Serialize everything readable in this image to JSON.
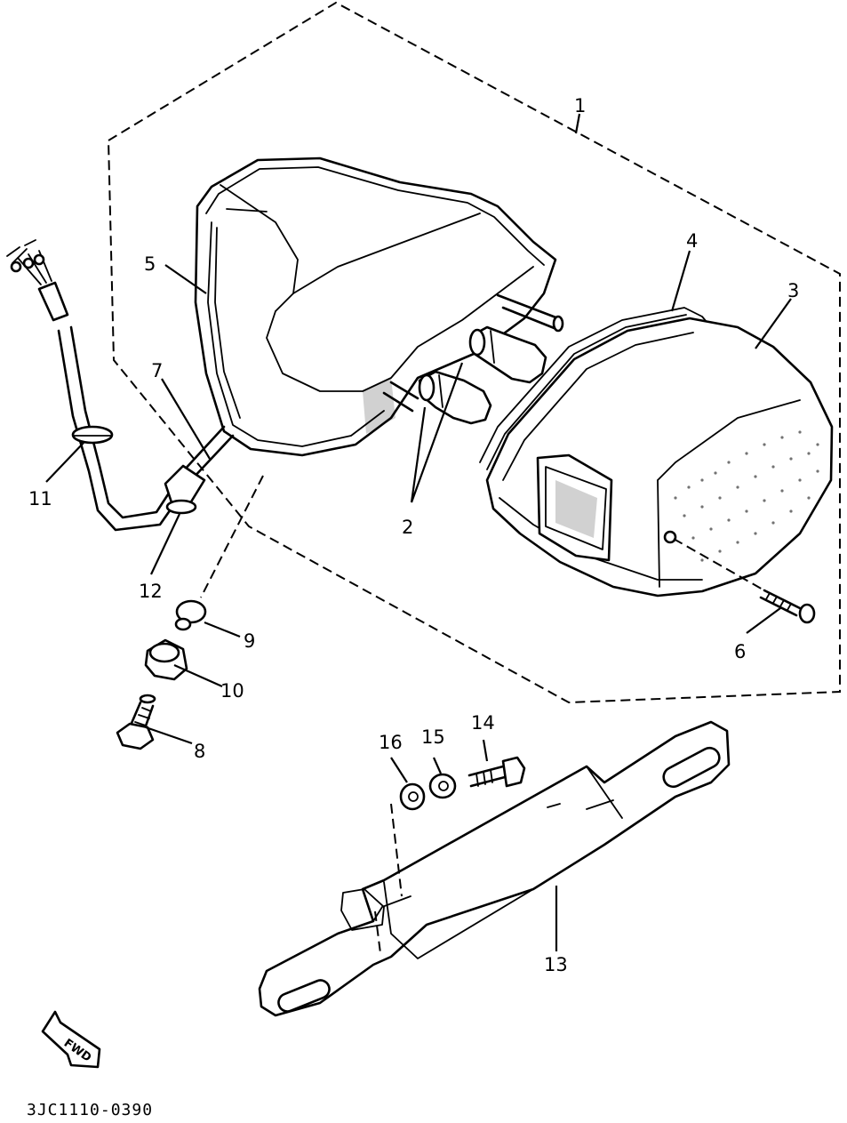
{
  "diagram": {
    "code": "3JC1110-0390",
    "fwd_label": "FWD",
    "callouts": [
      "1",
      "2",
      "3",
      "4",
      "5",
      "6",
      "7",
      "8",
      "9",
      "10",
      "11",
      "12",
      "13",
      "14",
      "15",
      "16"
    ]
  },
  "colors": {
    "line": "#000000",
    "background": "#ffffff"
  }
}
